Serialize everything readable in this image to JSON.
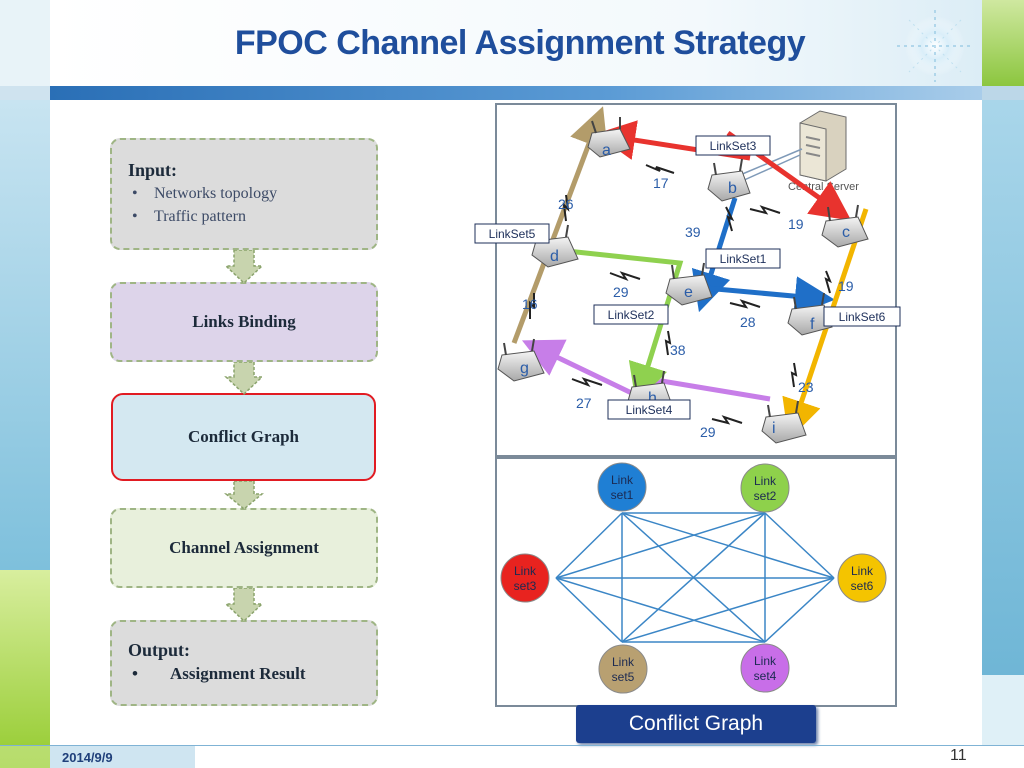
{
  "slide": {
    "title": "FPOC Channel Assignment Strategy",
    "date": "2014/9/9",
    "page_number": "11"
  },
  "flowchart": {
    "input": {
      "heading": "Input:",
      "bullets": [
        "Networks topology",
        "Traffic pattern"
      ]
    },
    "links_binding": "Links Binding",
    "conflict_graph": "Conflict Graph",
    "channel_assignment": "Channel Assignment",
    "output": {
      "heading": "Output:",
      "bullets": [
        "Assignment Result"
      ]
    },
    "bullet_glyph": "•"
  },
  "topology": {
    "nodes": [
      "a",
      "b",
      "c",
      "d",
      "e",
      "f",
      "g",
      "h",
      "i"
    ],
    "server_label": "Central Server",
    "weights": [
      "17",
      "26",
      "39",
      "19",
      "29",
      "19",
      "16",
      "28",
      "38",
      "23",
      "27",
      "29"
    ],
    "linksets": [
      "LinkSet1",
      "LinkSet2",
      "LinkSet3",
      "LinkSet4",
      "LinkSet5",
      "LinkSet6"
    ],
    "colors": {
      "linkset1": "#1f6fc8",
      "linkset2": "#8fd14f",
      "linkset3": "#e8332e",
      "linkset4": "#c77ee8",
      "linkset5": "#b39c6a",
      "linkset6": "#f2b500"
    }
  },
  "conflict_graph": {
    "caption": "Conflict Graph",
    "node_line1": "Link",
    "nodes": [
      {
        "id": "linkset1",
        "line2": "set1",
        "color": "#1f7fd4"
      },
      {
        "id": "linkset2",
        "line2": "set2",
        "color": "#8ed14b"
      },
      {
        "id": "linkset3",
        "line2": "set3",
        "color": "#e8231f"
      },
      {
        "id": "linkset4",
        "line2": "set4",
        "color": "#c86ee8"
      },
      {
        "id": "linkset5",
        "line2": "set5",
        "color": "#b8a071"
      },
      {
        "id": "linkset6",
        "line2": "set6",
        "color": "#f4c400"
      }
    ],
    "edge_color": "#3b86c6"
  }
}
